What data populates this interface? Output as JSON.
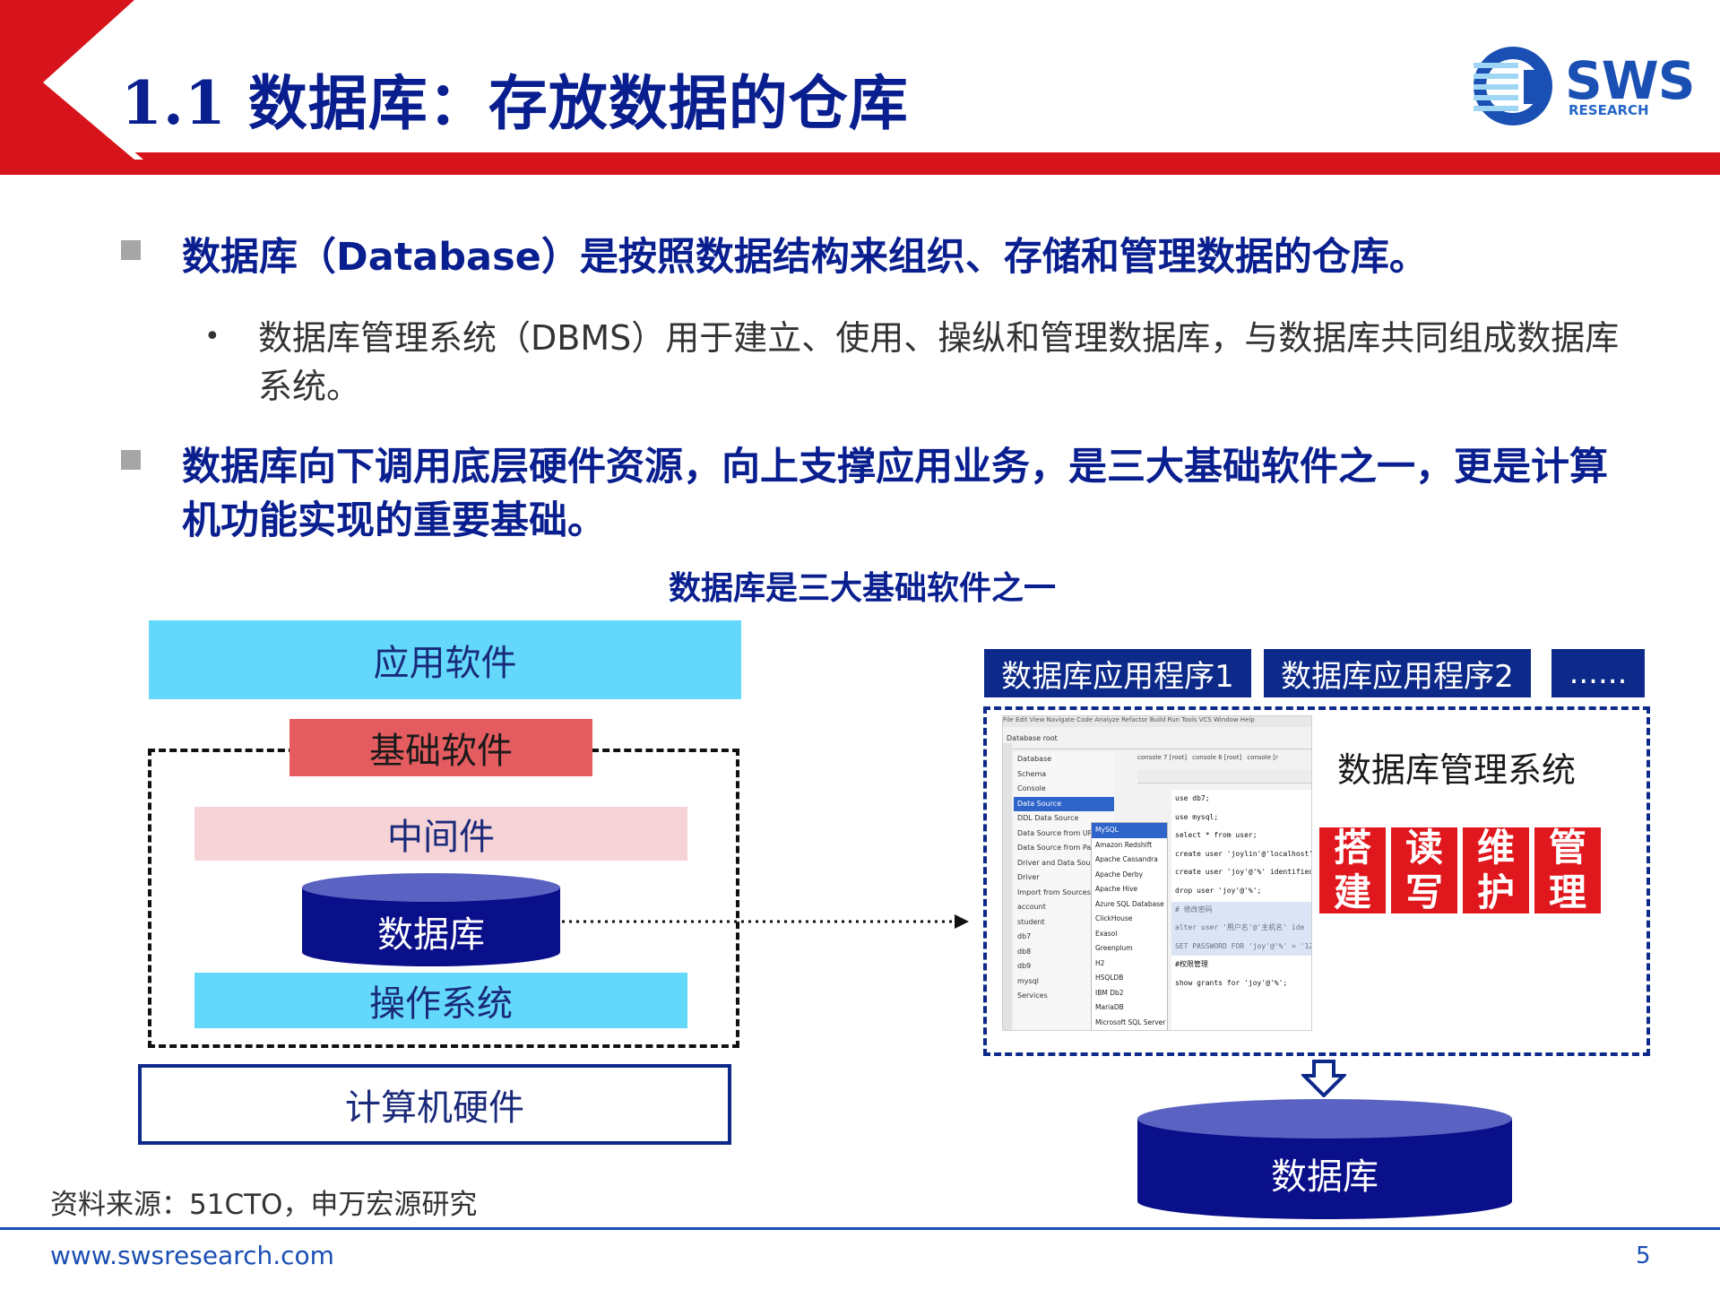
{
  "header": {
    "title": "1.1 数据库：存放数据的仓库"
  },
  "logo": {
    "name": "SWS",
    "sub": "RESEARCH"
  },
  "bullets": {
    "b1": "数据库（Database）是按照数据结构来组织、存储和管理数据的仓库。",
    "sub1_line1": "数据库管理系统（DBMS）用于建立、使用、操纵和管理数据库，与数据库共同组成数据库",
    "sub1_line2": "系统。",
    "b2_line1": "数据库向下调用底层硬件资源，向上支撑应用业务，是三大基础软件之一，更是计算",
    "b2_line2": "机功能实现的重要基础。"
  },
  "diagram": {
    "caption": "数据库是三大基础软件之一",
    "app_software": "应用软件",
    "basic_software": "基础软件",
    "middleware": "中间件",
    "database": "数据库",
    "os": "操作系统",
    "hardware": "计算机硬件",
    "app_programs": [
      "数据库应用程序1",
      "数据库应用程序2",
      "......"
    ],
    "dbms_title": "数据库管理系统",
    "dbms_functions": [
      {
        "top": "搭",
        "bottom": "建"
      },
      {
        "top": "读",
        "bottom": "写"
      },
      {
        "top": "维",
        "bottom": "护"
      },
      {
        "top": "管",
        "bottom": "理"
      }
    ],
    "db_bottom": "数据库",
    "ide": {
      "menu": "File  Edit  View  Navigate  Code  Analyze  Refactor  Build  Run  Tools  VCS  Window  Help",
      "breadcrumb": "Database  root",
      "tabs": [
        "console 7 [root]",
        "console 6 [root]",
        "console [r"
      ],
      "tree": [
        "Database",
        "Schema",
        "Console",
        "Data Source",
        "DDL Data Source",
        "Data Source from URL",
        "Data Source from Path",
        "Driver and Data Source",
        "Driver",
        "Import from Sources...",
        "account",
        "student",
        "db7",
        "db8",
        "db9",
        "mysql",
        "Services"
      ],
      "sources": [
        "MySQL",
        "Amazon Redshift",
        "Apache Cassandra",
        "Apache Derby",
        "Apache Hive",
        "Azure SQL Database",
        "ClickHouse",
        "Exasol",
        "Greenplum",
        "H2",
        "HSQLDB",
        "IBM Db2",
        "MariaDB",
        "Microsoft SQL Server"
      ],
      "code": [
        "use db7;",
        "use mysql;",
        "select * from user;",
        "create user 'joylin'@'localhost'",
        "create user 'joy'@'%' identified",
        "drop user 'joy'@'%';",
        "# 修改密码",
        "alter user '用户名'@'主机名' ide",
        "SET PASSWORD FOR 'joy'@'%' = '12",
        "#权限管理",
        "show grants for 'joy'@'%';"
      ]
    }
  },
  "footer": {
    "source": "资料来源：51CTO，申万宏源研究",
    "url": "www.swsresearch.com",
    "page": "5"
  },
  "colors": {
    "navy": "#0a1f8f",
    "red": "#d7141c",
    "cyan": "#63d8fb",
    "db_blue": "#0a0f8a"
  }
}
